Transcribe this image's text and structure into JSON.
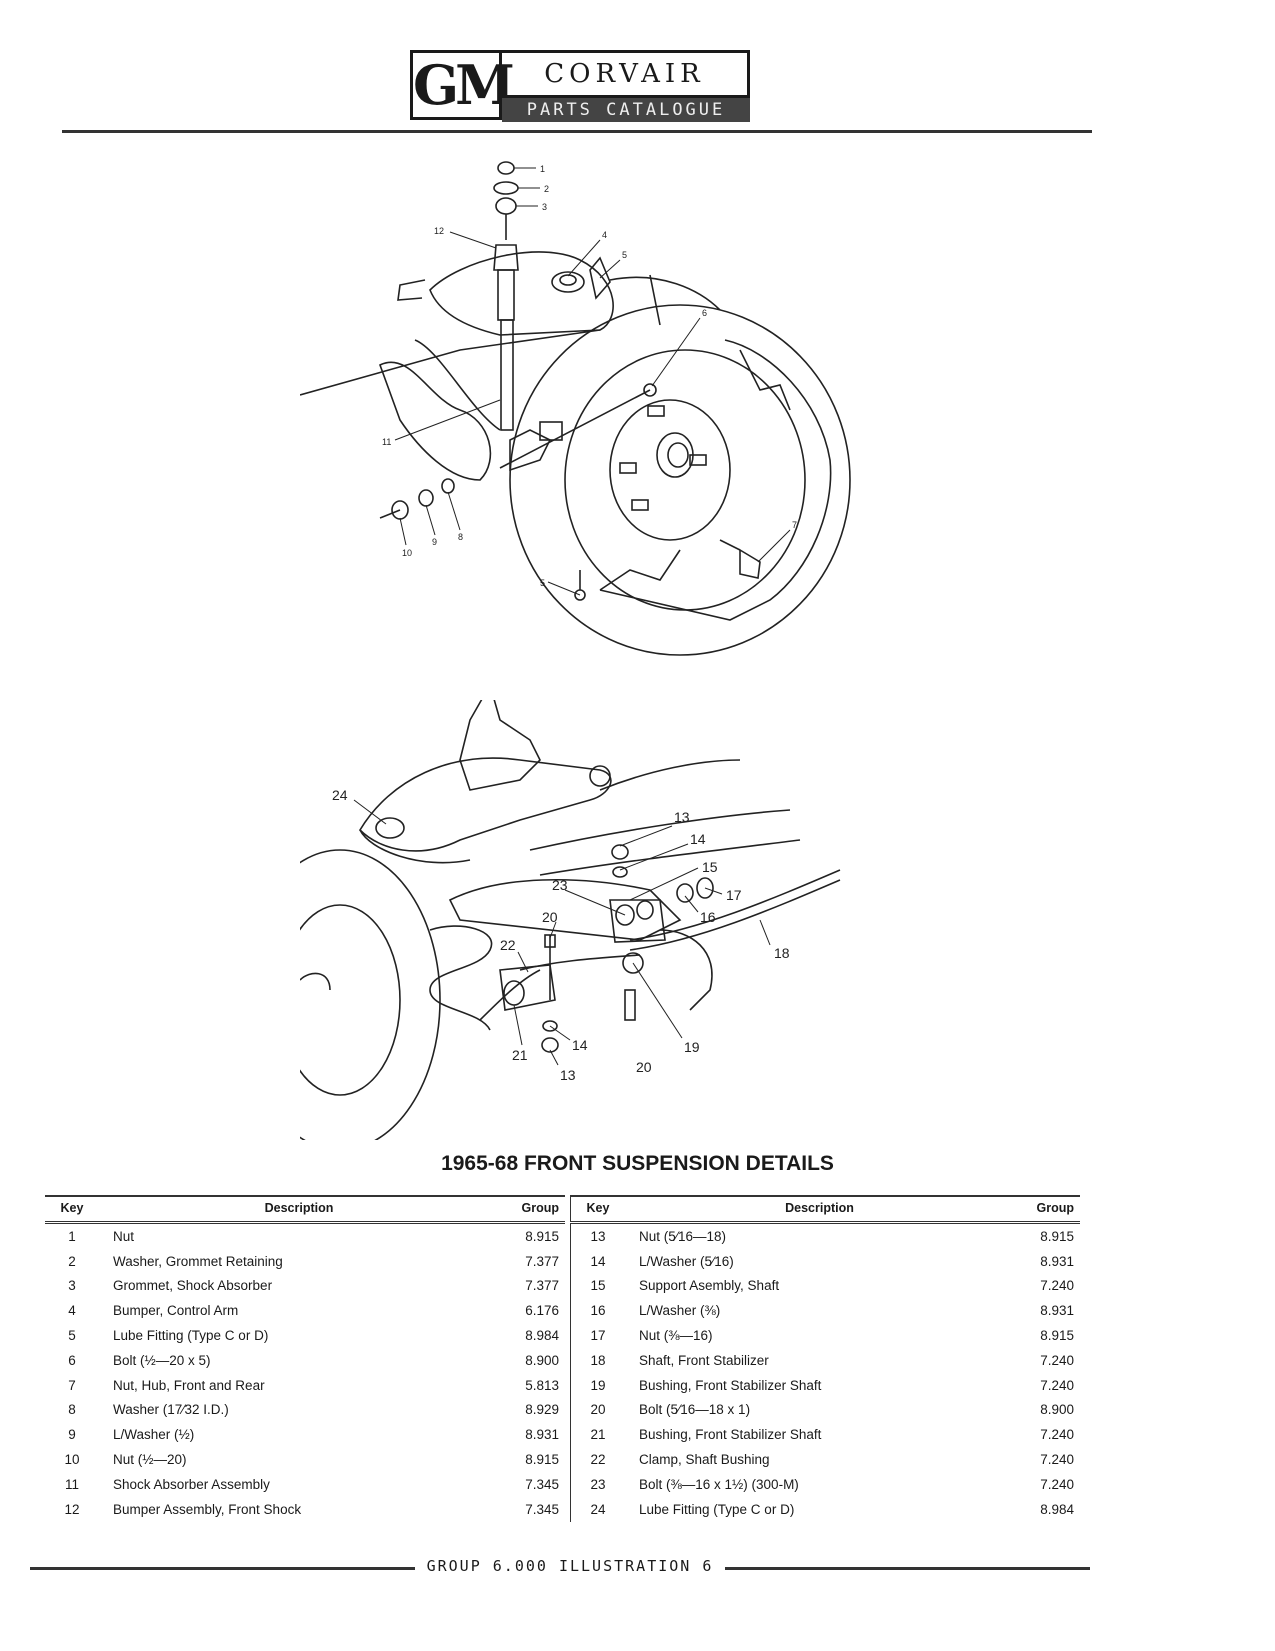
{
  "header": {
    "logo": "GM",
    "brand": "CORVAIR",
    "subtitle": "PARTS CATALOGUE"
  },
  "figure_top": {
    "callouts": [
      "1",
      "2",
      "3",
      "4",
      "5",
      "6",
      "7",
      "8",
      "9",
      "10",
      "11",
      "12",
      "5"
    ]
  },
  "figure_bottom": {
    "callouts": [
      "24",
      "13",
      "14",
      "15",
      "17",
      "23",
      "16",
      "20",
      "18",
      "22",
      "14",
      "19",
      "21",
      "13",
      "20"
    ]
  },
  "title": "1965-68 FRONT SUSPENSION DETAILS",
  "table_headers": {
    "key": "Key",
    "description": "Description",
    "group": "Group"
  },
  "parts_left": [
    {
      "key": "1",
      "description": "Nut",
      "group": "8.915"
    },
    {
      "key": "2",
      "description": "Washer, Grommet Retaining",
      "group": "7.377"
    },
    {
      "key": "3",
      "description": "Grommet, Shock Absorber",
      "group": "7.377"
    },
    {
      "key": "4",
      "description": "Bumper, Control Arm",
      "group": "6.176"
    },
    {
      "key": "5",
      "description": "Lube Fitting (Type C or D)",
      "group": "8.984"
    },
    {
      "key": "6",
      "description": "Bolt (½—20 x 5)",
      "group": "8.900"
    },
    {
      "key": "7",
      "description": "Nut, Hub, Front and Rear",
      "group": "5.813"
    },
    {
      "key": "8",
      "description": "Washer (17⁄32 I.D.)",
      "group": "8.929"
    },
    {
      "key": "9",
      "description": "L/Washer (½)",
      "group": "8.931"
    },
    {
      "key": "10",
      "description": "Nut (½—20)",
      "group": "8.915"
    },
    {
      "key": "11",
      "description": "Shock Absorber Assembly",
      "group": "7.345"
    },
    {
      "key": "12",
      "description": "Bumper Assembly, Front Shock",
      "group": "7.345"
    }
  ],
  "parts_right": [
    {
      "key": "13",
      "description": "Nut (5⁄16—18)",
      "group": "8.915"
    },
    {
      "key": "14",
      "description": "L/Washer (5⁄16)",
      "group": "8.931"
    },
    {
      "key": "15",
      "description": "Support Asembly, Shaft",
      "group": "7.240"
    },
    {
      "key": "16",
      "description": "L/Washer (⅜)",
      "group": "8.931"
    },
    {
      "key": "17",
      "description": "Nut (⅜—16)",
      "group": "8.915"
    },
    {
      "key": "18",
      "description": "Shaft, Front Stabilizer",
      "group": "7.240"
    },
    {
      "key": "19",
      "description": "Bushing, Front Stabilizer Shaft",
      "group": "7.240"
    },
    {
      "key": "20",
      "description": "Bolt (5⁄16—18 x 1)",
      "group": "8.900"
    },
    {
      "key": "21",
      "description": "Bushing, Front Stabilizer Shaft",
      "group": "7.240"
    },
    {
      "key": "22",
      "description": "Clamp, Shaft Bushing",
      "group": "7.240"
    },
    {
      "key": "23",
      "description": "Bolt (⅜—16 x 1½) (300-M)",
      "group": "7.240"
    },
    {
      "key": "24",
      "description": "Lube Fitting (Type C or D)",
      "group": "8.984"
    }
  ],
  "footer": "GROUP 6.000 ILLUSTRATION 6"
}
